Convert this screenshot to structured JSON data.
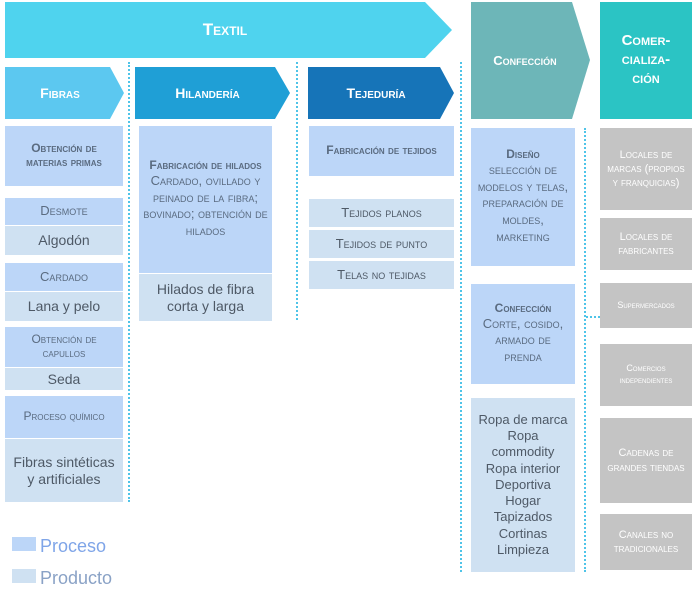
{
  "headers": {
    "textil": "Textil",
    "fibras": "Fibras",
    "hilanderia": "Hilandería",
    "tejeduria": "Tejeduría",
    "confeccion": "Confección",
    "comercializacion": "Comer-\ncializa-\nción"
  },
  "fibras": {
    "obtencion": "Obtención de materias primas",
    "desmote": "Desmote",
    "algodon": "Algodón",
    "cardado": "Cardado",
    "lana": "Lana y pelo",
    "capullos": "Obtención de capullos",
    "seda": "Seda",
    "quimico": "Proceso químico",
    "sinteticas": "Fibras sintéticas y artificiales"
  },
  "hilanderia": {
    "fabricacion_title": "Fabricación de hilados",
    "fabricacion_body": "Cardado, ovillado y peinado de la fibra; bovinado; obtención de hilados",
    "producto": "Hilados de fibra corta y larga"
  },
  "tejeduria": {
    "fabricacion": "Fabricación de tejidos",
    "planos": "Tejidos planos",
    "punto": "Tejidos de punto",
    "no_tejidas": "Telas no tejidas"
  },
  "confeccion": {
    "diseno_title": "Diseño",
    "diseno_body": "selección de modelos y telas, preparación de moldes, marketing",
    "confeccion_title": "Confección",
    "confeccion_body": "Corte, cosido, armado de prenda",
    "productos": [
      "Ropa de marca",
      "Ropa commodity",
      "Ropa interior",
      "Deportiva",
      "Hogar",
      "Tapizados",
      "Cortinas",
      "Limpieza"
    ]
  },
  "comercializacion": {
    "items": [
      "Locales de marcas (propios y franquicias)",
      "Locales de fabricantes",
      "Supermercados",
      "Comercios independientes",
      "Cadenas de grandes tiendas",
      "Canales no tradicionales"
    ]
  },
  "legend": {
    "proceso": "Proceso",
    "producto": "Producto"
  },
  "colors": {
    "textil_arrow": "#4fd3ee",
    "fibras_arrow": "#5cc8f0",
    "hilanderia_arrow": "#1f9fd6",
    "tejeduria_arrow": "#1674b8",
    "confeccion_arrow": "#6db6b8",
    "comercializacion_arrow": "#2bc4c4",
    "proceso": "#bcd6f8",
    "producto": "#cfe1f2",
    "comercio_box": "#c4c4c4"
  }
}
